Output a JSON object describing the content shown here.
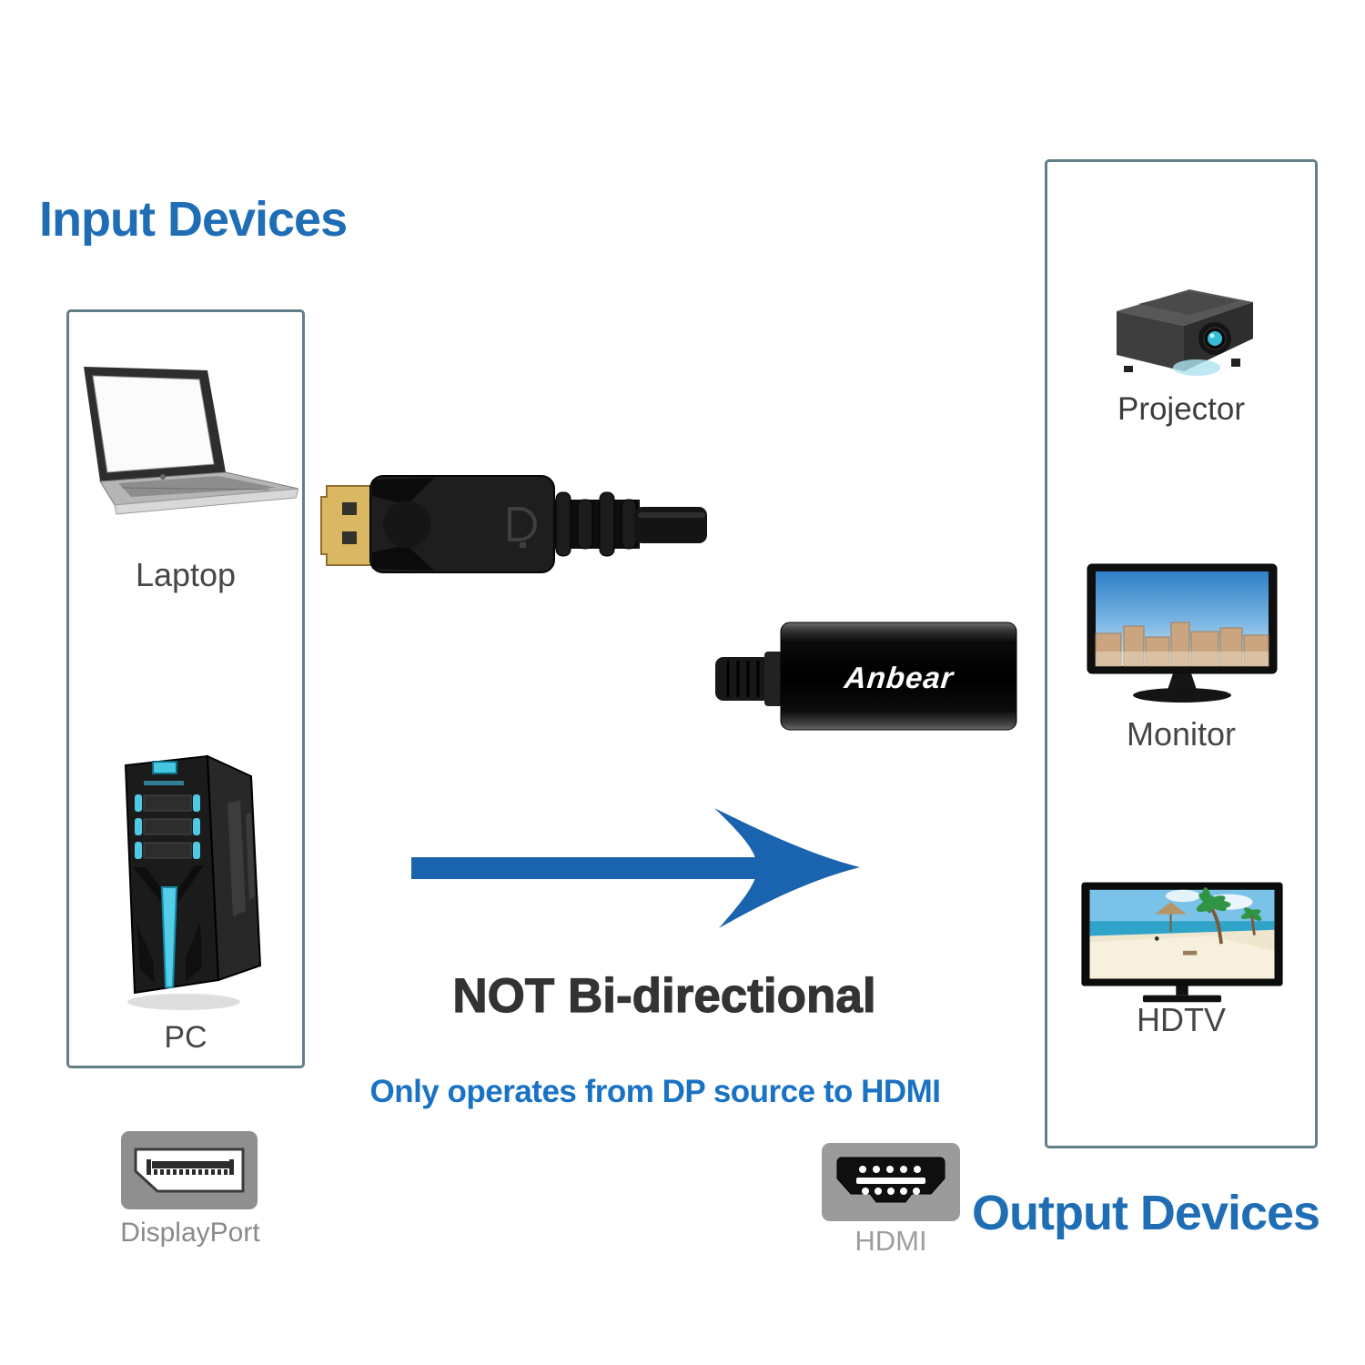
{
  "titles": {
    "input": "Input Devices",
    "output": "Output Devices"
  },
  "input_devices": {
    "laptop_label": "Laptop",
    "pc_label": "PC"
  },
  "output_devices": {
    "projector_label": "Projector",
    "monitor_label": "Monitor",
    "hdtv_label": "HDTV"
  },
  "connectors": {
    "displayport_label": "DisplayPort",
    "hdmi_label": "HDMI",
    "adapter_brand": "Anbear"
  },
  "messages": {
    "headline": "NOT Bi-directional",
    "subline": "Only operates from DP source to HDMI"
  },
  "colors": {
    "title_blue": "#1f6eb5",
    "arrow_blue": "#1a63ae",
    "subline_blue": "#1a72c4",
    "headline_gray": "#333333",
    "box_border": "#627f87",
    "device_label_gray": "#464646",
    "displayport_label_gray": "#8a8a8a",
    "hdmi_label_gray": "#9d9d9d",
    "pc_accent_cyan": "#4fc9e4",
    "gold_connector": "#d9b763"
  }
}
